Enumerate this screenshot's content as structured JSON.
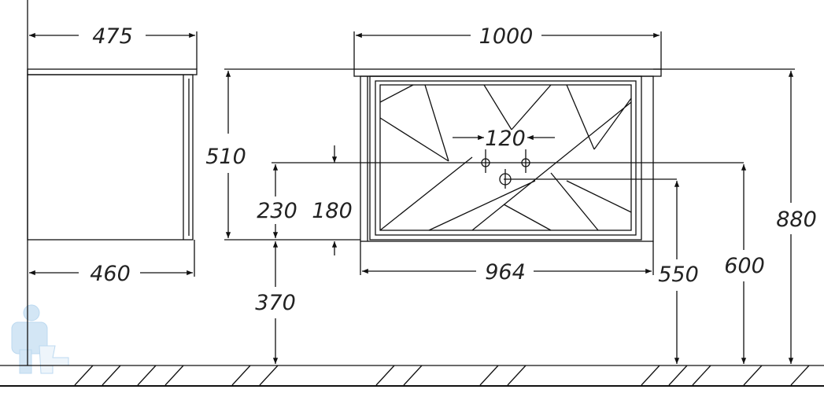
{
  "dimensions": {
    "side_top_depth": "475",
    "side_body_depth": "460",
    "front_top_width": "1000",
    "front_body_width": "964",
    "body_height": "510",
    "siphon_height": "230",
    "tap_offset": "180",
    "wall_gap": "370",
    "drain_height": "550",
    "tap_height": "600",
    "total_height": "880",
    "tap_spacing": "120"
  },
  "colors": {
    "line": "#111111",
    "logo": "#bcd9f0"
  }
}
